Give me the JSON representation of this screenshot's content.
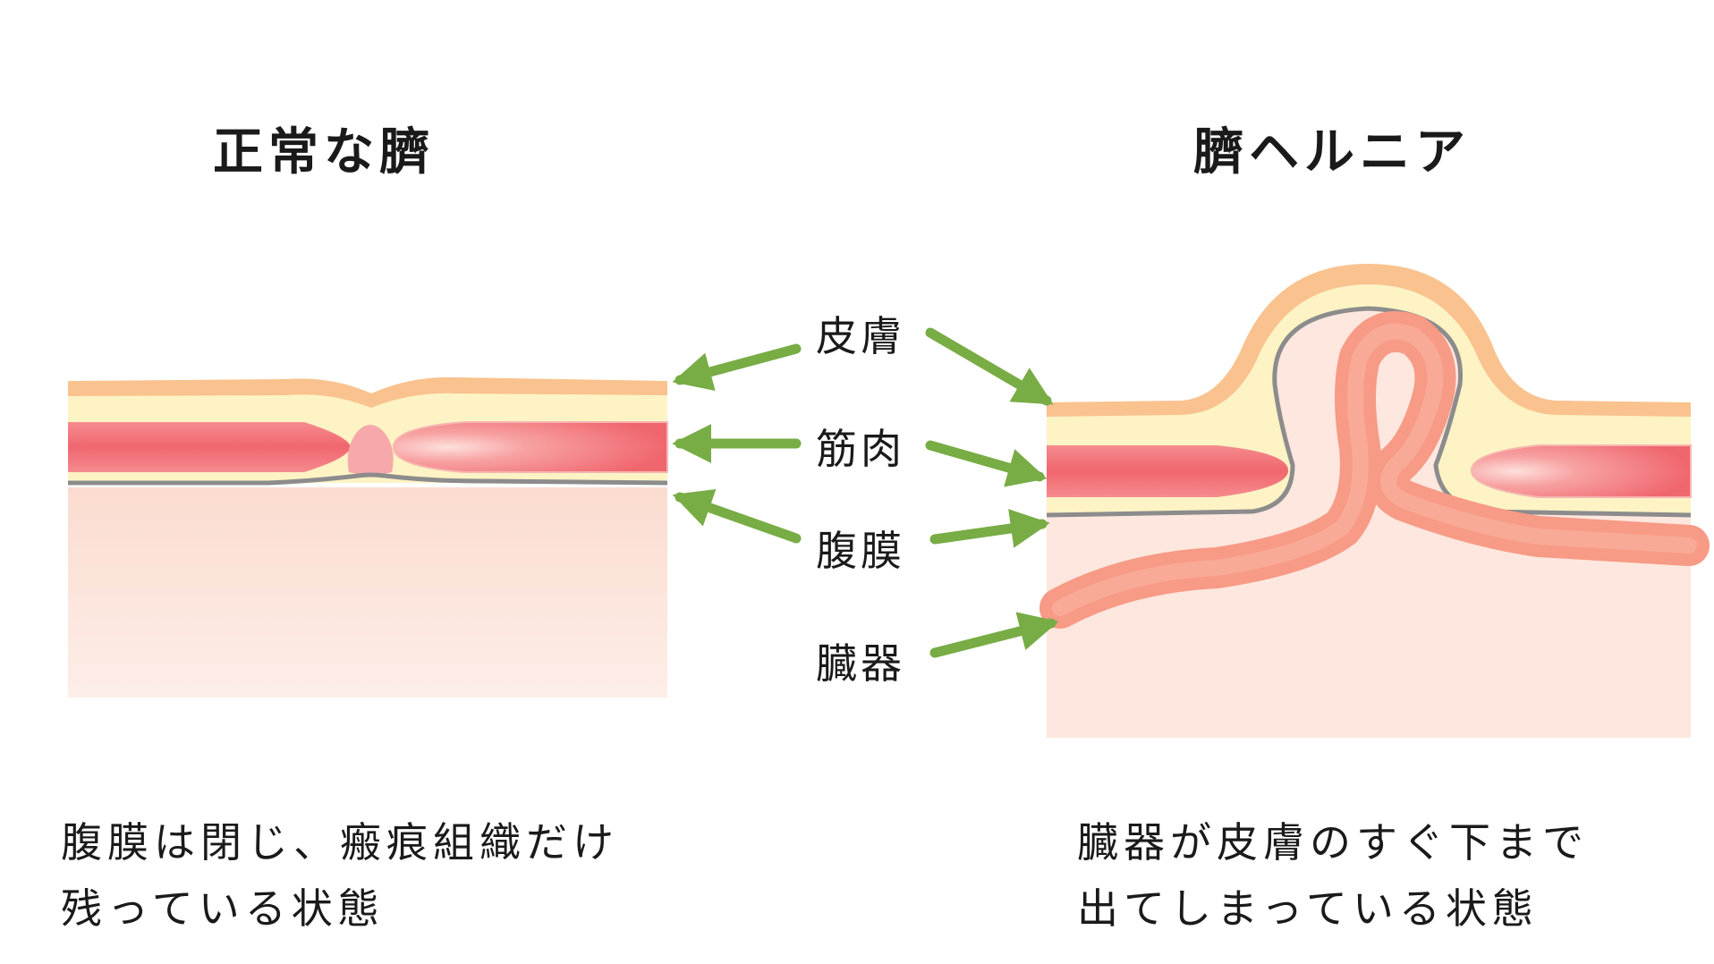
{
  "titles": {
    "left": "正常な臍",
    "right": "臍ヘルニア"
  },
  "labels": {
    "skin": "皮膚",
    "muscle": "筋肉",
    "peritoneum": "腹膜",
    "organ": "臓器"
  },
  "captions": {
    "left_line1": "腹膜は閉じ、瘢痕組織だけ",
    "left_line2": "残っている状態",
    "right_line1": "臓器が皮膚のすぐ下まで",
    "right_line2": "出てしまっている状態"
  },
  "colors": {
    "skin": "#f9c28e",
    "fat": "#fdf3c4",
    "muscle": "#f26e74",
    "peritoneum": "#8c8c8c",
    "abdomen": "#fde7de",
    "intestine": "#f79a86",
    "arrow": "#78ac45"
  }
}
